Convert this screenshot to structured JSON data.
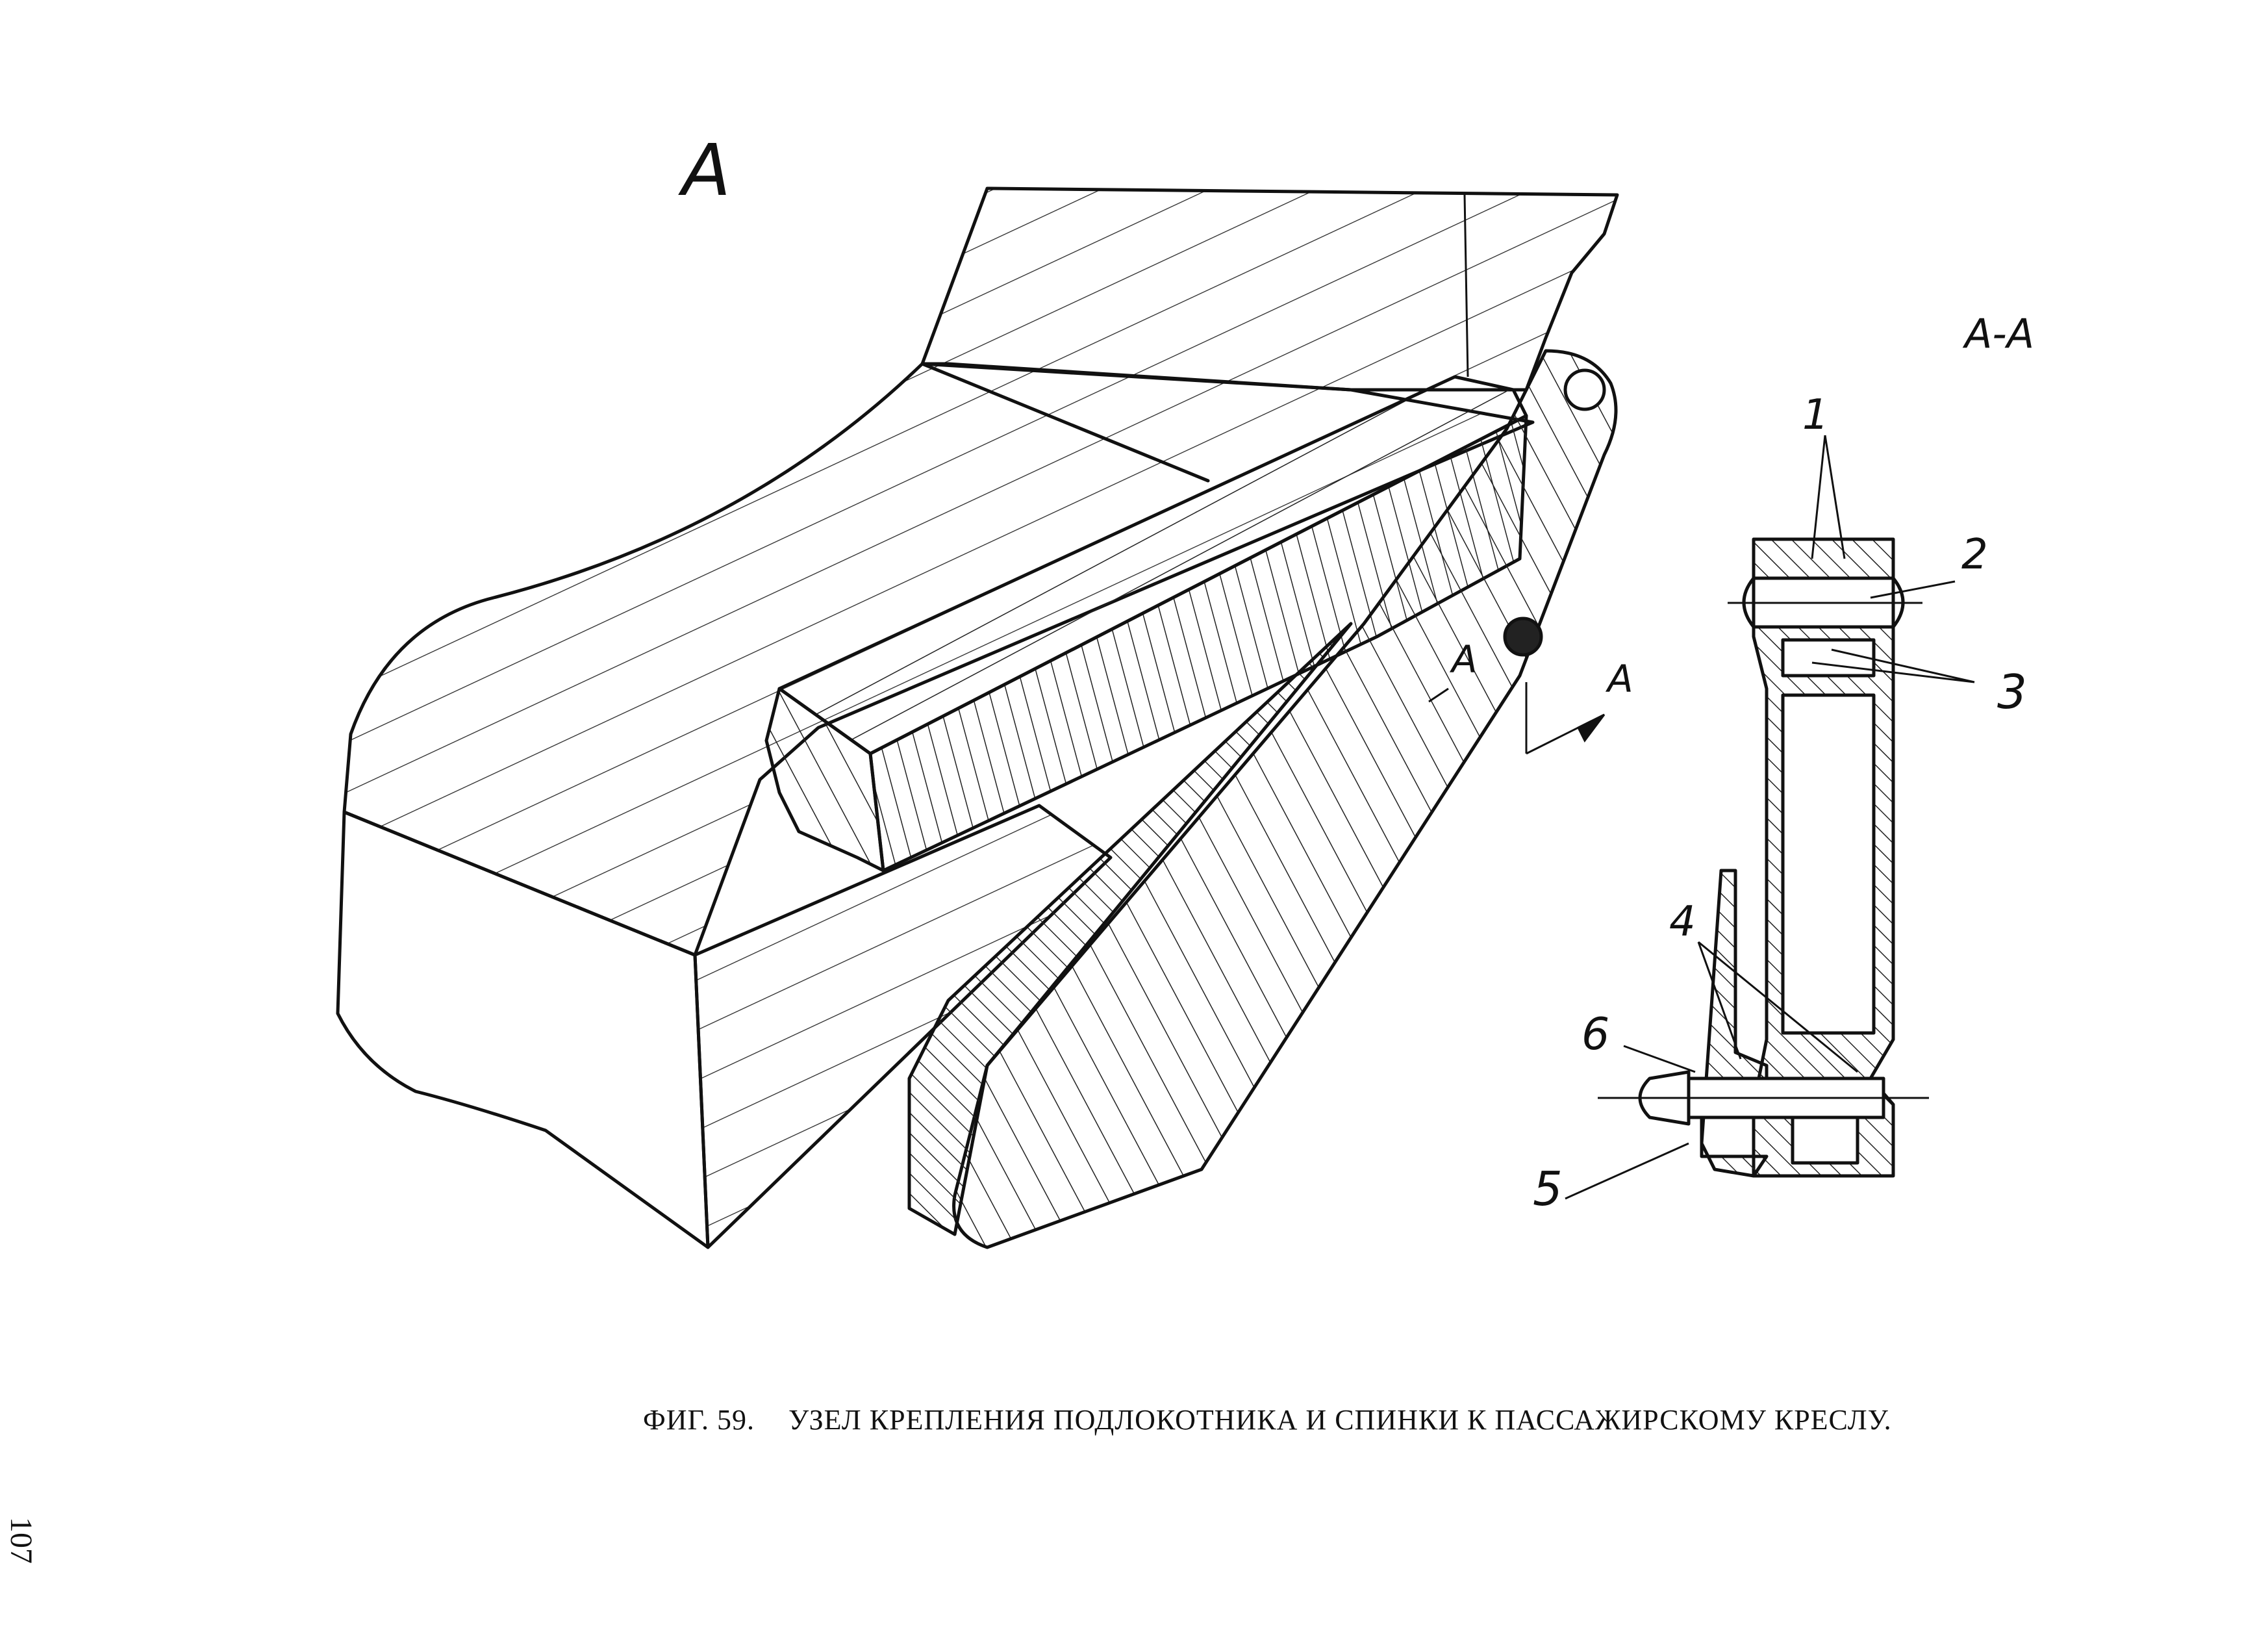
{
  "view_label": "А",
  "section_label": "А-А",
  "section_marks": [
    "А",
    "А"
  ],
  "callouts": [
    "1",
    "2",
    "3",
    "4",
    "5",
    "6"
  ],
  "caption": {
    "figure": "ФИГ. 59.",
    "title": "УЗЕЛ КРЕПЛЕНИЯ ПОДЛОКОТНИКА И СПИНКИ К ПАССАЖИРСКОМУ КРЕСЛУ."
  },
  "page_number": "107"
}
